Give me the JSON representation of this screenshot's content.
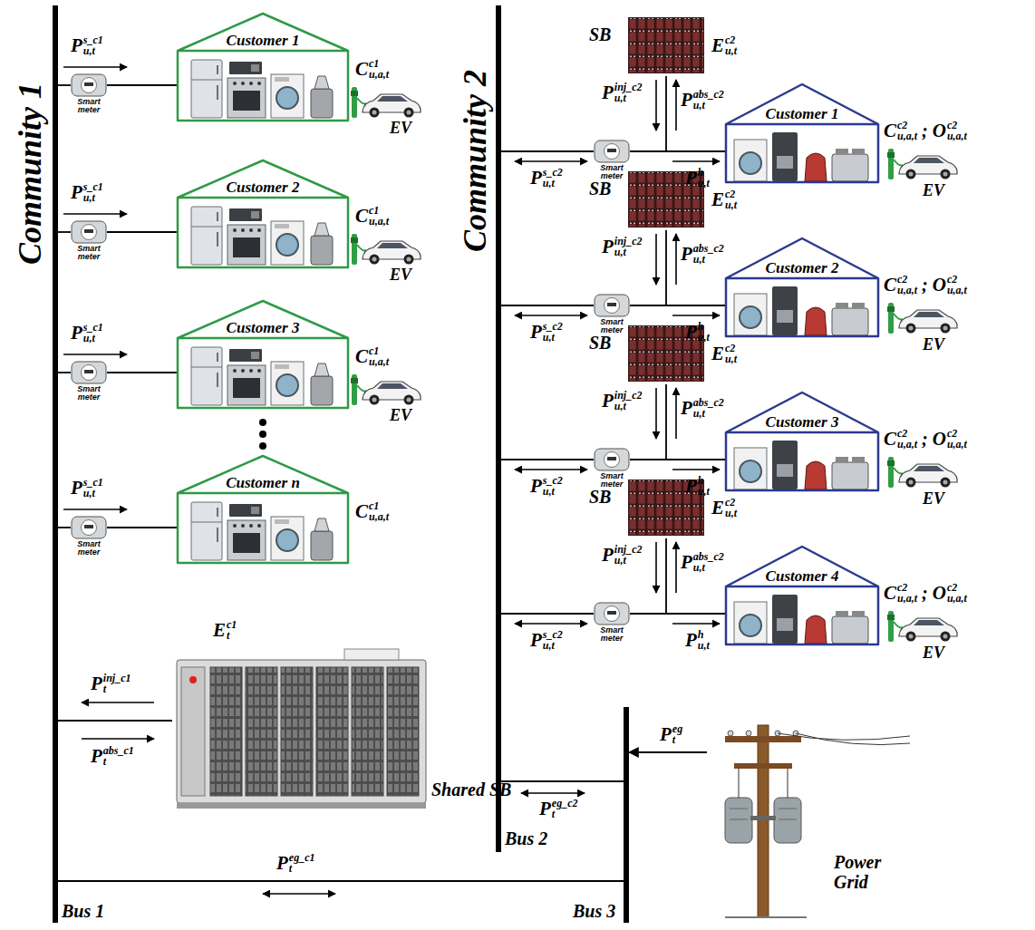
{
  "diagram": {
    "nodes": [
      {
        "text": [
          "Bus 1"
        ]
      },
      {
        "text": [
          "Smart meter"
        ]
      },
      {
        "text": [
          "Customer 1"
        ]
      },
      {
        "text": [
          "Smart meter"
        ]
      },
      {
        "text": [
          "Customer 2"
        ]
      },
      {
        "text": [
          "Smart meter"
        ]
      },
      {
        "text": [
          "Customer 3"
        ]
      },
      {
        "text": [
          "Smart meter"
        ]
      },
      {
        "text": [
          "Customer n"
        ]
      },
      {
        "text": [
          "Shared SB"
        ]
      },
      {
        "text": [
          "Bus 2"
        ]
      },
      {
        "text": [
          "SB"
        ]
      },
      {
        "text": [
          "Smart meter"
        ]
      },
      {
        "text": [
          "Customer 1"
        ]
      },
      {
        "text": [
          "SB"
        ]
      },
      {
        "text": [
          "Smart meter"
        ]
      },
      {
        "text": [
          "Customer 2"
        ]
      },
      {
        "text": [
          "SB"
        ]
      },
      {
        "text": [
          "Smart meter"
        ]
      },
      {
        "text": [
          "Customer 3"
        ]
      },
      {
        "text": [
          "SB"
        ]
      },
      {
        "text": [
          "Smart meter"
        ]
      },
      {
        "text": [
          "Customer 4"
        ]
      },
      {
        "text": [
          "Bus 3"
        ]
      },
      {
        "text": [
          "Power Grid"
        ]
      }
    ],
    "edges": [
      {
        "from": 0,
        "to": 1,
        "arrow": "none"
      },
      {
        "from": 1,
        "to": 2,
        "arrow": "none"
      },
      {
        "from": 0,
        "to": 3,
        "arrow": "none"
      },
      {
        "from": 3,
        "to": 4,
        "arrow": "none"
      },
      {
        "from": 0,
        "to": 5,
        "arrow": "none"
      },
      {
        "from": 5,
        "to": 6,
        "arrow": "none"
      },
      {
        "from": 0,
        "to": 7,
        "arrow": "none"
      },
      {
        "from": 7,
        "to": 8,
        "arrow": "none"
      },
      {
        "from": 0,
        "to": 9,
        "arrow": "none"
      },
      {
        "from": 0,
        "to": 23,
        "arrow": "none"
      },
      {
        "from": 10,
        "to": 12,
        "arrow": "none"
      },
      {
        "from": 12,
        "to": 13,
        "arrow": "none"
      },
      {
        "from": 12,
        "to": 11,
        "arrow": "none"
      },
      {
        "from": 10,
        "to": 15,
        "arrow": "none"
      },
      {
        "from": 15,
        "to": 16,
        "arrow": "none"
      },
      {
        "from": 15,
        "to": 14,
        "arrow": "none"
      },
      {
        "from": 10,
        "to": 18,
        "arrow": "none"
      },
      {
        "from": 18,
        "to": 19,
        "arrow": "none"
      },
      {
        "from": 18,
        "to": 17,
        "arrow": "none"
      },
      {
        "from": 10,
        "to": 21,
        "arrow": "none"
      },
      {
        "from": 21,
        "to": 22,
        "arrow": "none"
      },
      {
        "from": 21,
        "to": 20,
        "arrow": "none"
      },
      {
        "from": 10,
        "to": 23,
        "arrow": "none"
      },
      {
        "from": 24,
        "to": 23,
        "arrow": "to"
      }
    ],
    "labels": [
      "Community 1",
      "P",
      "s_c1",
      "u,t",
      "C",
      "c1",
      "u,a,t",
      "EV",
      "P",
      "s_c1",
      "u,t",
      "C",
      "c1",
      "u,a,t",
      "EV",
      "P",
      "s_c1",
      "u,t",
      "C",
      "c1",
      "u,a,t",
      "EV",
      "P",
      "s_c1",
      "u,t",
      "C",
      "c1",
      "u,a,t",
      "E",
      "c1",
      "t",
      "P",
      "inj_c1",
      "t",
      "P",
      "abs_c1",
      "t",
      "Community 2",
      "E",
      "c2",
      "u,t",
      "P",
      "inj_c2",
      "u,t",
      "P",
      "abs_c2",
      "u,t",
      "P",
      "s_c2",
      "u,t",
      "P",
      "h",
      "u,t",
      "C",
      "c2",
      "u,a,t",
      ";",
      "O",
      "c2",
      "u,a,t",
      "EV",
      "E",
      "c2",
      "u,t",
      "P",
      "inj_c2",
      "u,t",
      "P",
      "abs_c2",
      "u,t",
      "P",
      "s_c2",
      "u,t",
      "P",
      "h",
      "u,t",
      "C",
      "c2",
      "u,a,t",
      ";",
      "O",
      "c2",
      "u,a,t",
      "EV",
      "E",
      "c2",
      "u,t",
      "P",
      "inj_c2",
      "u,t",
      "P",
      "abs_c2",
      "u,t",
      "P",
      "s_c2",
      "u,t",
      "P",
      "h",
      "u,t",
      "C",
      "c2",
      "u,a,t",
      ";",
      "O",
      "c2",
      "u,a,t",
      "EV",
      "E",
      "c2",
      "u,t",
      "P",
      "inj_c2",
      "u,t",
      "P",
      "abs_c2",
      "u,t",
      "P",
      "s_c2",
      "u,t",
      "P",
      "h",
      "u,t",
      "C",
      "c2",
      "u,a,t",
      ";",
      "O",
      "c2",
      "u,a,t",
      "EV",
      "P",
      "eg_c1",
      "t",
      "P",
      "eg_c2",
      "t",
      "P",
      "eg",
      "t"
    ]
  }
}
